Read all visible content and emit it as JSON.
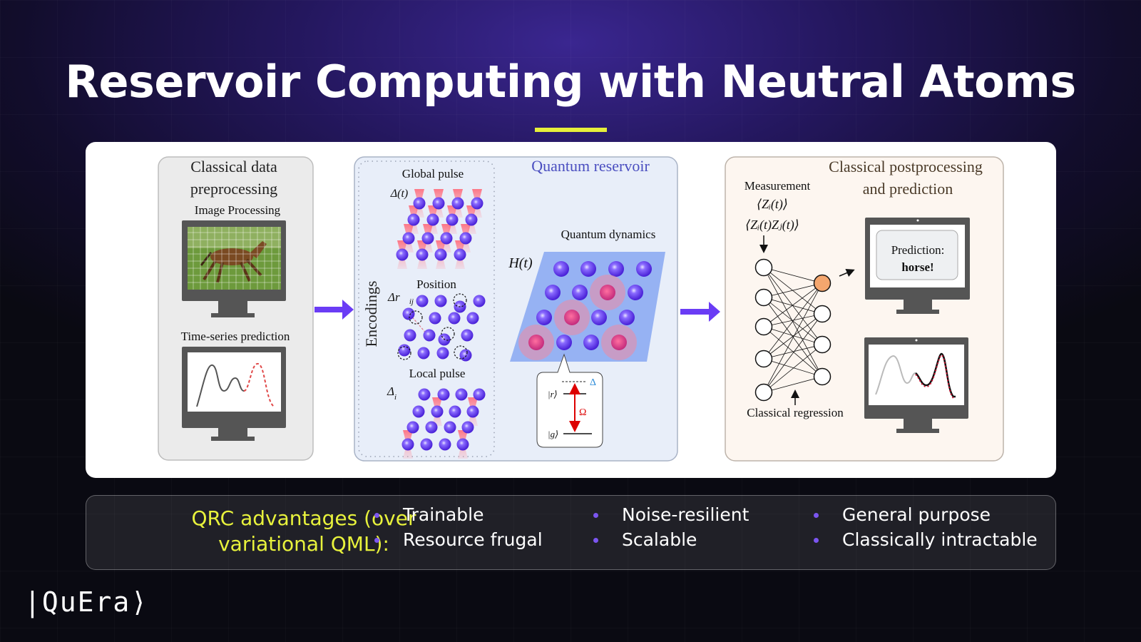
{
  "slide": {
    "title": "Reservoir Computing with Neutral Atoms",
    "accent_color": "#e6ef3a",
    "arrow_color": "#6a3cf5"
  },
  "diagram": {
    "preprocessing": {
      "title_line1": "Classical data",
      "title_line2": "preprocessing",
      "image_label": "Image Processing",
      "timeseries_label": "Time-series prediction"
    },
    "reservoir": {
      "title": "Quantum reservoir",
      "encodings_label": "Encodings",
      "global_pulse": "Global pulse",
      "global_symbol": "Δ(t)",
      "position": "Position",
      "position_symbol": "Δr⃗",
      "position_sub": "ij",
      "local_pulse": "Local pulse",
      "local_symbol": "Δ",
      "local_sub": "i",
      "dynamics": "Quantum dynamics",
      "hamiltonian": "H(t)",
      "level_r": "|r⟩",
      "level_g": "|g⟩",
      "omega": "Ω",
      "delta": "Δ"
    },
    "postprocessing": {
      "title_line1": "Classical postprocessing",
      "title_line2": "and prediction",
      "measurement": "Measurement",
      "obs1": "⟨Zᵢ(t)⟩",
      "obs2": "⟨Zᵢ(t)Zⱼ(t)⟩",
      "regression": "Classical regression",
      "prediction_label": "Prediction:",
      "prediction_value": "horse!"
    }
  },
  "advantages": {
    "title_line1": "QRC advantages (over",
    "title_line2": "variational QML):",
    "items": [
      "Trainable",
      "Resource frugal",
      "Noise-resilient",
      "Scalable",
      "General purpose",
      "Classically intractable"
    ]
  },
  "logo": "|QuEra⟩"
}
